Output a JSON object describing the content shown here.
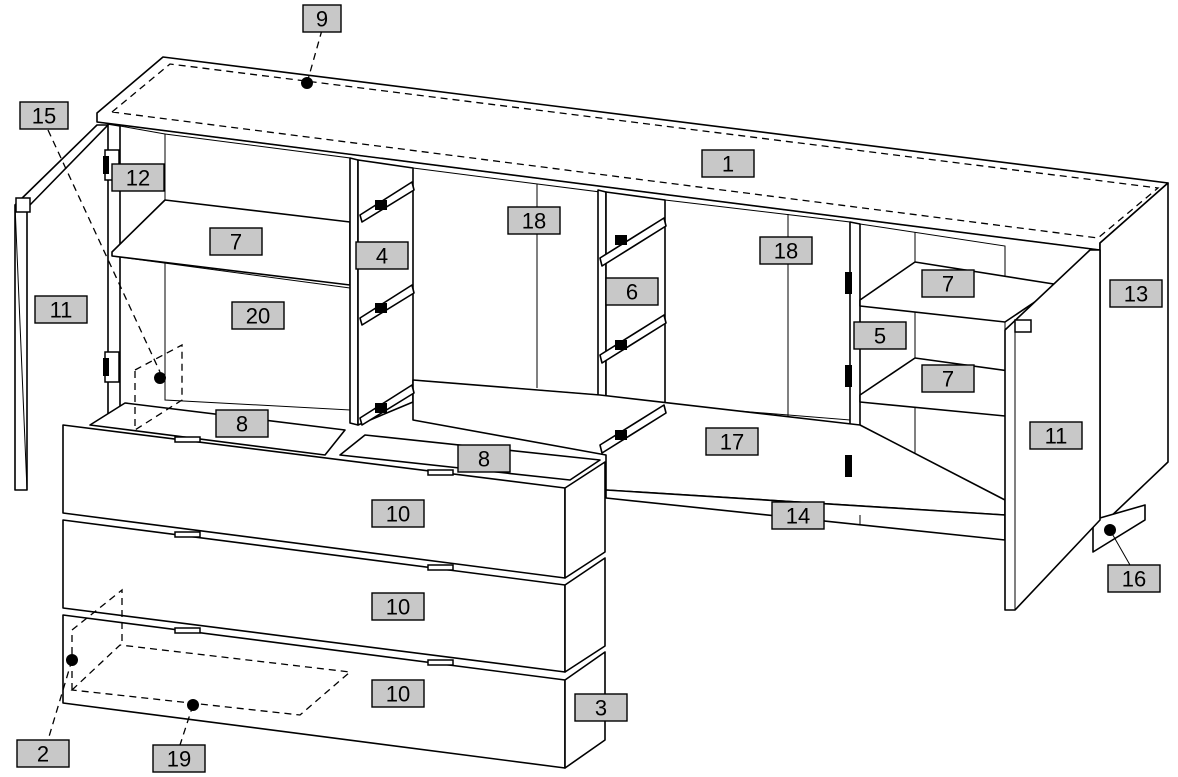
{
  "labels": {
    "l1": "1",
    "l2": "2",
    "l3": "3",
    "l4": "4",
    "l5": "5",
    "l6": "6",
    "l7a": "7",
    "l7b": "7",
    "l7c": "7",
    "l8a": "8",
    "l8b": "8",
    "l9": "9",
    "l10a": "10",
    "l10b": "10",
    "l10c": "10",
    "l11a": "11",
    "l11b": "11",
    "l12": "12",
    "l13": "13",
    "l14": "14",
    "l15": "15",
    "l16": "16",
    "l17": "17",
    "l18a": "18",
    "l18b": "18",
    "l19": "19",
    "l20": "20"
  },
  "colors": {
    "label_fill": "#c8c8c8",
    "line": "#000000",
    "background": "#ffffff"
  }
}
